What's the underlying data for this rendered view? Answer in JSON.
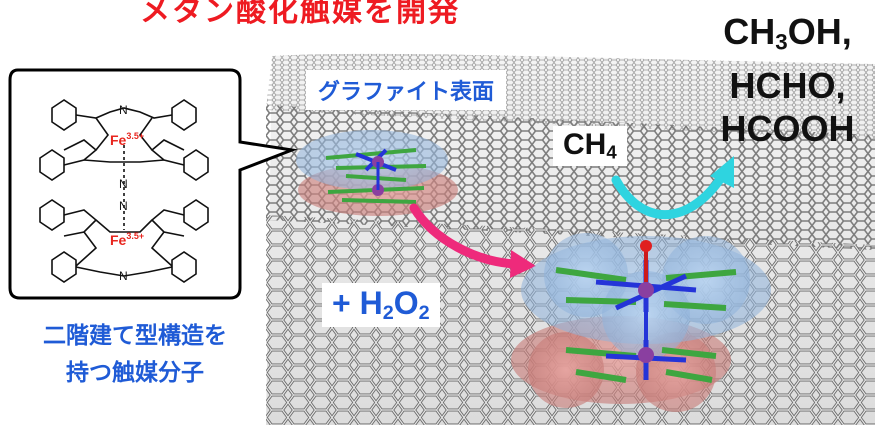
{
  "title": "メタン酸化触媒を開発",
  "products": {
    "line1_main": "CH",
    "line1_sub": "3",
    "line1_tail": "OH,",
    "line2": "HCHO,",
    "line3": "HCOOH"
  },
  "reactant": {
    "main": "CH",
    "sub": "4"
  },
  "oxidant": {
    "prefix": "+ H",
    "sub1": "2",
    "mid": "O",
    "sub2": "2"
  },
  "surface_label": "グラファイト表面",
  "caption": {
    "line1": "二階建て型構造を",
    "line2": "持つ触媒分子"
  },
  "structure": {
    "metal_label": "Fe",
    "oxidation_state": "3.5+",
    "bridge_atom": "N",
    "ring_atom": "N"
  },
  "colors": {
    "title": "#ee1b22",
    "label_blue": "#1f5bd6",
    "arrow_magenta": "#ee2a7b",
    "arrow_cyan": "#2ed4e0",
    "fe_red": "#e8261f"
  }
}
